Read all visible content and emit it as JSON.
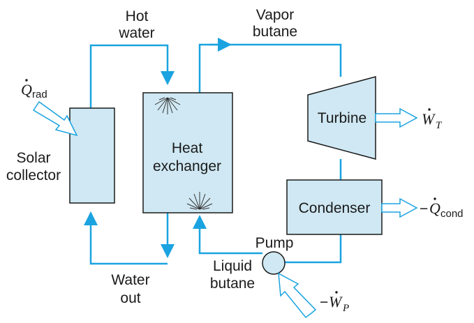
{
  "colors": {
    "pipe": "#1aa3e0",
    "component_fill": "#cfe8f3",
    "component_stroke": "#1a1a1a",
    "burst": "#333333"
  },
  "labels": {
    "hot_water_1": "Hot",
    "hot_water_2": "water",
    "vapor_butane_1": "Vapor",
    "vapor_butane_2": "butane",
    "q_rad_symbol": "Q",
    "q_rad_sub": "rad",
    "solar_collector_1": "Solar",
    "solar_collector_2": "collector",
    "heat_exchanger_1": "Heat",
    "heat_exchanger_2": "exchanger",
    "turbine": "Turbine",
    "w_t_symbol": "W",
    "w_t_sub": "T",
    "condenser": "Condenser",
    "q_cond_prefix": "−",
    "q_cond_symbol": "Q",
    "q_cond_sub": "cond",
    "pump": "Pump",
    "liquid_butane_1": "Liquid",
    "liquid_butane_2": "butane",
    "water_out_1": "Water",
    "water_out_2": "out",
    "w_p_prefix": "−",
    "w_p_symbol": "W",
    "w_p_sub": "P"
  }
}
